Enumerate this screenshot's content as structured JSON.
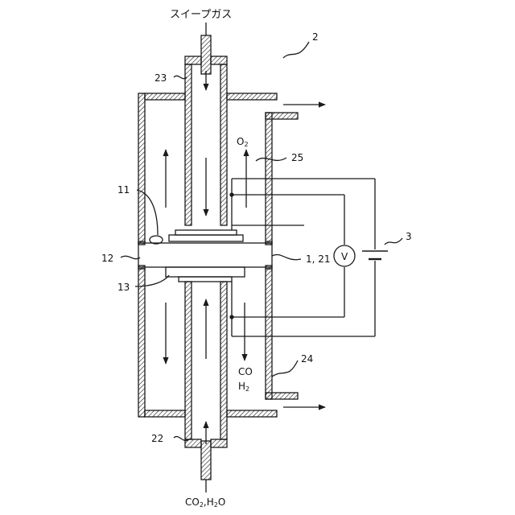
{
  "labels": {
    "sweep_gas": "スイープガス",
    "fig_ref": "2",
    "ref_23": "23",
    "ref_25": "25",
    "ref_11": "11",
    "ref_12": "12",
    "ref_121": "1, 21",
    "ref_13": "13",
    "ref_3": "3",
    "ref_24": "24",
    "ref_22": "22",
    "o2": "O",
    "o2_sub": "2",
    "co": "CO",
    "h2": "H",
    "h2_sub": "2",
    "voltmeter": "V",
    "inlet_bottom": "CO",
    "inlet_bottom_sub1": "2",
    "inlet_bottom_mid": ",H",
    "inlet_bottom_sub2": "2",
    "inlet_bottom_end": "O"
  },
  "colors": {
    "line": "#1a1a1a",
    "hatch": "#1a1a1a",
    "background": "#ffffff"
  }
}
